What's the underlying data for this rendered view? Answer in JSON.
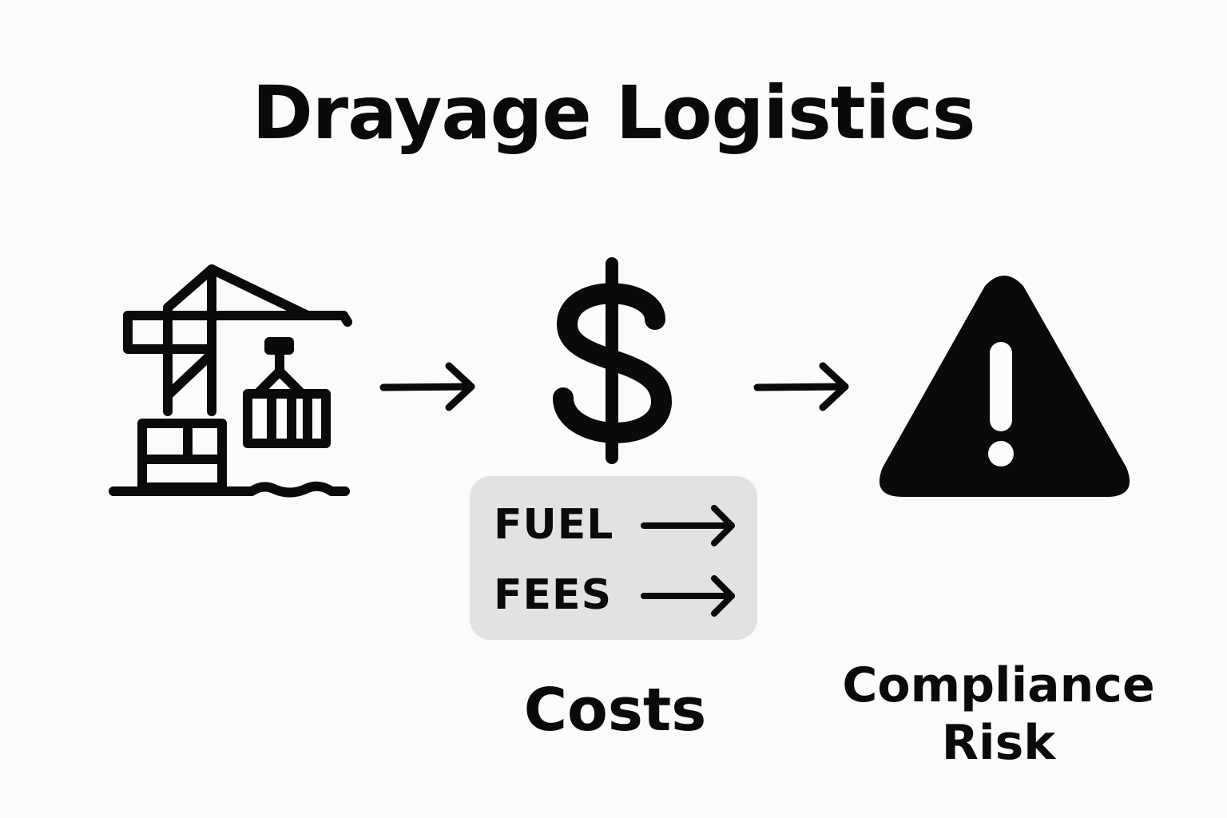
{
  "title": "Drayage Logistics",
  "flow": [
    {
      "id": "port",
      "icon": "port-crane-icon",
      "label": ""
    },
    {
      "id": "costs",
      "icon": "dollar-sign-icon",
      "label": "Costs"
    },
    {
      "id": "risk",
      "icon": "warning-triangle-icon",
      "label_line1": "Compliance",
      "label_line2": "Risk"
    }
  ],
  "cost_box": {
    "items": [
      {
        "label": "FUEL",
        "icon": "right-arrow-icon"
      },
      {
        "label": "FEES",
        "icon": "right-arrow-icon"
      }
    ]
  },
  "labels": {
    "costs": "Costs",
    "risk_line1": "Compliance",
    "risk_line2": "Risk"
  },
  "colors": {
    "background": "#fbfbfb",
    "foreground": "#0a0a0a",
    "box": "#e2e2e2"
  }
}
